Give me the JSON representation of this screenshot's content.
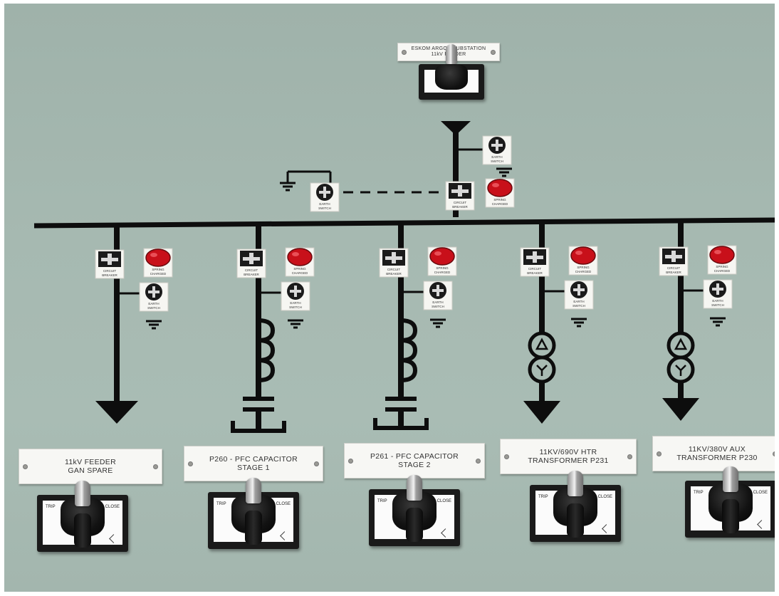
{
  "incomer": {
    "label": "ESKOM ARGON SUBSTATION\n11kV FEEDER"
  },
  "indicators": {
    "circuit_breaker": "CIRCUIT\nBREAKER",
    "spring_charged": "SPRING\nCHARGED",
    "earth_switch": "EARTH\nSWITCH"
  },
  "switch_labels": {
    "trip": "TRIP",
    "close": "CLOSE"
  },
  "feeders": [
    {
      "label": "11kV FEEDER\nGAN SPARE"
    },
    {
      "label": "P260 - PFC CAPACITOR\nSTAGE 1"
    },
    {
      "label": "P261 - PFC CAPACITOR\nSTAGE 2"
    },
    {
      "label": "11KV/690V HTR\nTRANSFORMER  P231"
    },
    {
      "label": "11KV/380V AUX\nTRANSFORMER  P230"
    }
  ],
  "colors": {
    "panel": "#a6b9b1",
    "lamp": "#c8101a",
    "line": "#0d0d0d"
  }
}
